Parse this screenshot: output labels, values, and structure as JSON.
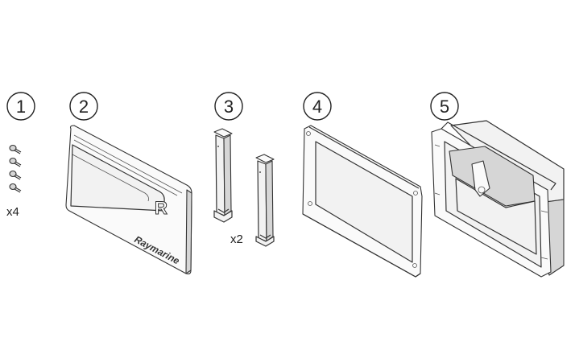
{
  "callouts": [
    {
      "label": "1"
    },
    {
      "label": "2"
    },
    {
      "label": "3"
    },
    {
      "label": "4"
    },
    {
      "label": "5"
    }
  ],
  "parts": {
    "screws": {
      "quantity": "x4",
      "icon": "screw-icon"
    },
    "bezel": {
      "brand": "Raymarine",
      "logo": "R"
    },
    "clips": {
      "quantity": "x2",
      "icon": "clip-icon"
    },
    "gasket": {
      "icon": "gasket-icon"
    },
    "housing": {
      "icon": "housing-icon"
    }
  }
}
